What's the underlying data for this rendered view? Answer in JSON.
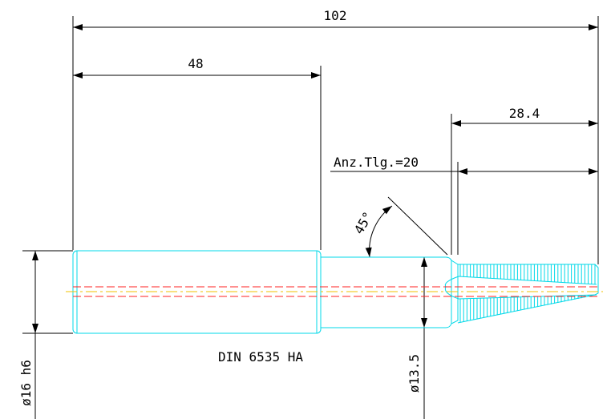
{
  "dimensions": {
    "overall_length": "102",
    "shank_length": "48",
    "thread_length": "28.4",
    "teeth_count": "Anz.Tlg.=20",
    "chamfer_angle": "45°",
    "shank_diameter": "ø16 h6",
    "neck_diameter": "ø13.5"
  },
  "standard_label": "DIN 6535 HA",
  "colors": {
    "outline": "#00d8e8",
    "dimension": "#000000",
    "bore": "#ff2020",
    "centerline": "#f0c000"
  }
}
